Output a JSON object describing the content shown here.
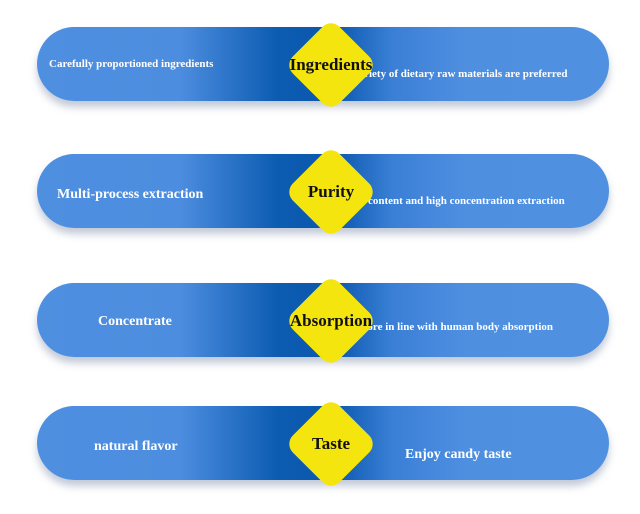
{
  "rows": [
    {
      "title": "Ingredients",
      "left": "Carefully proportioned ingredients",
      "right": "A variety of dietary raw materials are preferred"
    },
    {
      "title": "Purity",
      "left": "Multi-process extraction",
      "right": "High content and high concentration extraction"
    },
    {
      "title": "Absorption",
      "left": "Concentrate",
      "right": "More in line with human body absorption"
    },
    {
      "title": "Taste",
      "left": "natural flavor",
      "right": "Enjoy candy taste"
    }
  ],
  "colors": {
    "pill_light": "#4f8fe0",
    "pill_dark": "#0a58ae",
    "diamond": "#f5e50f"
  }
}
